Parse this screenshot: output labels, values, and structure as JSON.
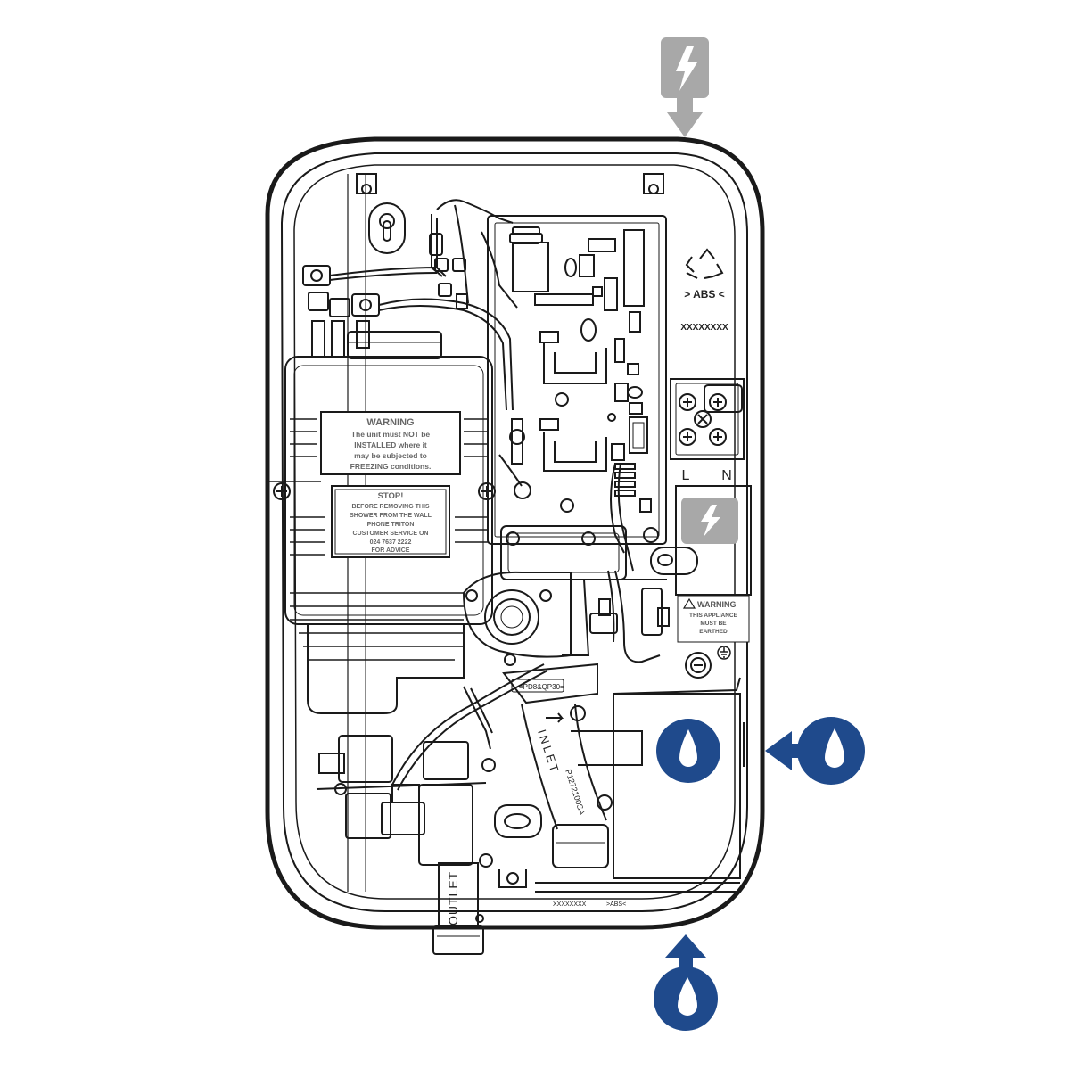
{
  "diagram": {
    "plates": {
      "frost_warning": {
        "heading": "WARNING",
        "lines": [
          "The unit must NOT be",
          "INSTALLED where it",
          "may be subjected to",
          "FREEZING conditions."
        ]
      },
      "stop_notice": {
        "heading": "STOP!",
        "lines": [
          "BEFORE REMOVING THIS",
          "SHOWER FROM THE WALL",
          "PHONE TRITON",
          "CUSTOMER SERVICE ON",
          "024 7637 2222",
          "FOR ADVICE"
        ]
      },
      "earth_warning": {
        "heading": "WARNING",
        "lines": [
          "THIS APPLIANCE",
          "MUST BE",
          "EARTHED"
        ]
      }
    },
    "markings": {
      "material": "> ABS <",
      "serial": "XXXXXXXX",
      "terminal_live": "L",
      "terminal_neutral": "N",
      "outlet": "OUTLET",
      "inlet": "INLET",
      "valve_code": "=PD8&QP30=",
      "part_code": "P1272100SA",
      "bottom_serial": "XXXXXXXX",
      "bottom_material": ">ABS<"
    },
    "colors": {
      "water_blue": "#1f4a8c",
      "power_grey": "#a3a3a3",
      "line": "#1a1a1a"
    },
    "icons": [
      "lightning-power-icon",
      "recycle-icon",
      "water-drop-icon",
      "earth-symbol-icon"
    ]
  }
}
